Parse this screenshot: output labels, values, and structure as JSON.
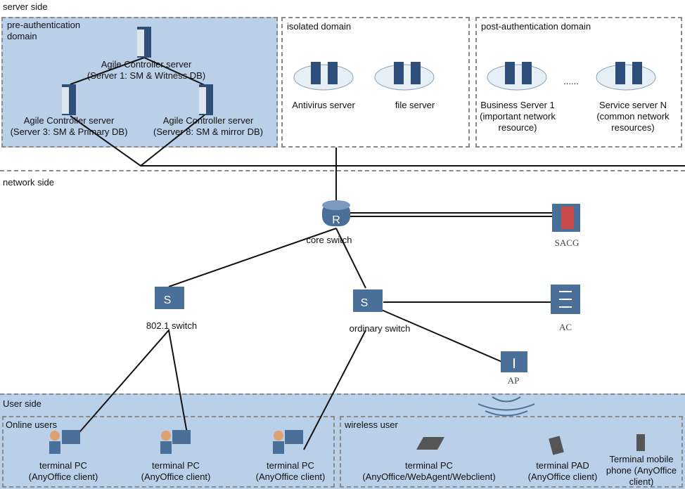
{
  "sections": {
    "server_side": "server side",
    "network_side": "network side",
    "user_side": "User side"
  },
  "domains": {
    "pre_auth": "pre-authentication domain",
    "isolated": "isolated domain",
    "post_auth": "post-authentication domain",
    "online_users": "Online users",
    "wireless_user": "wireless user"
  },
  "servers": {
    "s1": [
      "Agile Controller server",
      "(Server 1: SM & Witness DB)"
    ],
    "s3": [
      "Agile Controller server",
      "(Server 3: SM & Primary DB)"
    ],
    "s8": [
      "Agile Controller server",
      "(Server 8: SM & mirror DB)"
    ],
    "antivirus": "Antivirus server",
    "file": "file server",
    "business": [
      "Business Server 1",
      "(important network",
      "resource)"
    ],
    "ellipsis": "......",
    "service": [
      "Service server N",
      "(common network",
      "resources)"
    ]
  },
  "network": {
    "core": "core switch",
    "sacg": "SACG",
    "switch8021": "802.1 switch",
    "ordinary": "ordinary switch",
    "ac": "AC",
    "ap": "AP"
  },
  "users": {
    "pc1": [
      "terminal PC",
      "(AnyOffice client)"
    ],
    "pc2": [
      "terminal PC",
      "(AnyOffice client)"
    ],
    "pc3": [
      "terminal PC",
      "(AnyOffice client)"
    ],
    "laptop": [
      "terminal PC",
      "(AnyOffice/WebAgent/Webclient)"
    ],
    "pad": [
      "terminal PAD",
      "(AnyOffice client)"
    ],
    "phone": [
      "Terminal mobile",
      "phone (AnyOffice",
      "client)"
    ]
  },
  "colors": {
    "domain_fill": "#b9d0e8",
    "icon": "#4a6f98"
  }
}
